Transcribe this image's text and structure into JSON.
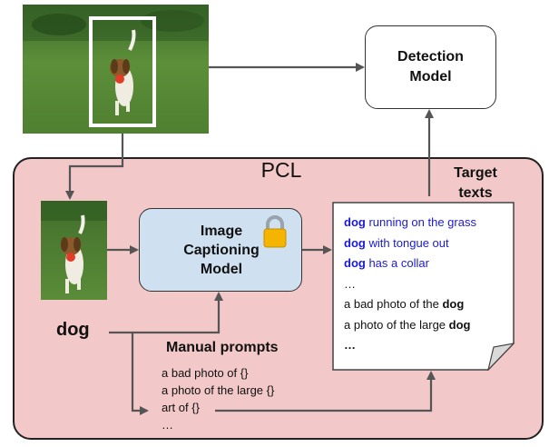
{
  "pcl": {
    "title": "PCL"
  },
  "detection_model": {
    "line1": "Detection",
    "line2": "Model"
  },
  "captioning_model": {
    "line1": "Image",
    "line2": "Captioning",
    "line3": "Model"
  },
  "target_texts": {
    "title_line1": "Target",
    "title_line2": "texts",
    "items": [
      {
        "highlight": "dog",
        "rest": " running on the grass",
        "style": "blue"
      },
      {
        "highlight": "dog",
        "rest": " with tongue out",
        "style": "blue"
      },
      {
        "highlight": "dog",
        "rest": " has a collar",
        "style": "blue"
      },
      {
        "text": "…"
      },
      {
        "before": "a bad photo of the ",
        "highlight": "dog"
      },
      {
        "before": "a photo of the large ",
        "highlight": "dog"
      },
      {
        "text": "…",
        "bold": true
      }
    ]
  },
  "class_label": "dog",
  "manual_prompts": {
    "title": "Manual prompts",
    "items": [
      "a bad photo of {}",
      "a photo of the large {}",
      "art of {}",
      "…"
    ]
  },
  "colors": {
    "pcl_fill": "#f2c8c8",
    "caption_fill": "#cfe0f0",
    "arrow": "#555555",
    "blue_text": "#1a1ad6",
    "lock_body": "#f4b400"
  },
  "icons": {
    "lock": "padlock-icon"
  }
}
